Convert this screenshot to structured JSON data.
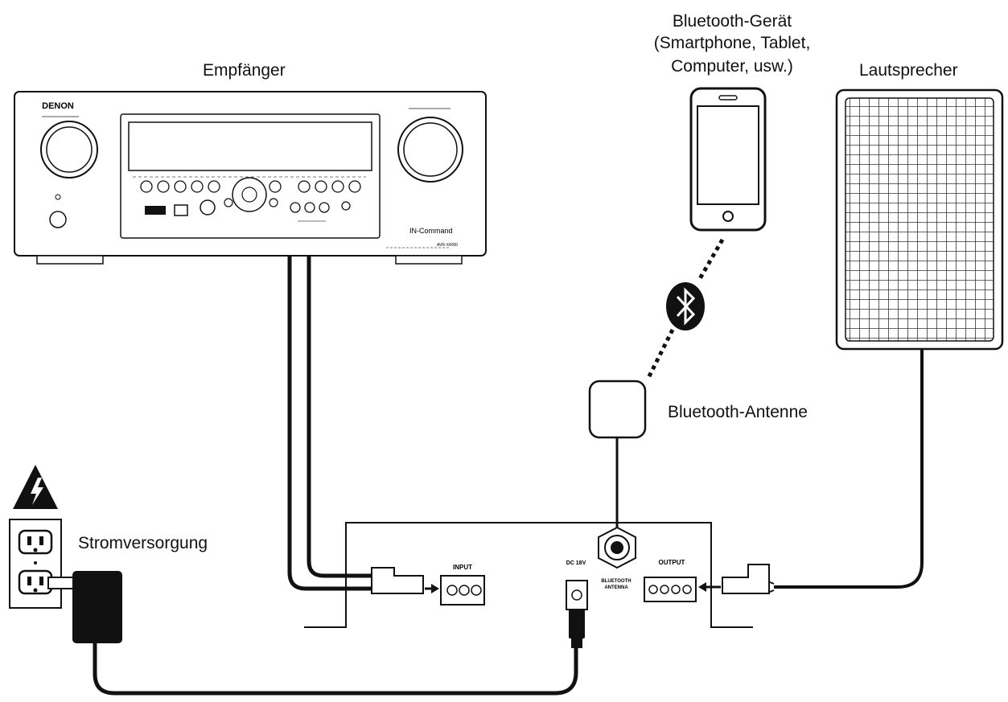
{
  "labels": {
    "receiver": "Empfänger",
    "bt_device_line1": "Bluetooth-Gerät",
    "bt_device_line2": "(Smartphone, Tablet,",
    "bt_device_line3": "Computer, usw.)",
    "speaker": "Lautsprecher",
    "bt_antenna": "Bluetooth-Antenne",
    "power_supply": "Stromversorgung"
  },
  "receiver_panel": {
    "brand": "DENON",
    "logo_text": "IN-Command",
    "model": "AVR-X4000"
  },
  "amplifier_panel": {
    "input": "INPUT",
    "dc_in": "DC 18V",
    "bt_antenna_port_1": "BLUETOOTH",
    "bt_antenna_port_2": "ANTENNA",
    "output": "OUTPUT"
  },
  "icons": [
    "bluetooth-icon",
    "warning-icon",
    "wall-outlet-icon",
    "power-adapter-icon"
  ],
  "colors": {
    "line": "#111111",
    "background": "#ffffff"
  }
}
